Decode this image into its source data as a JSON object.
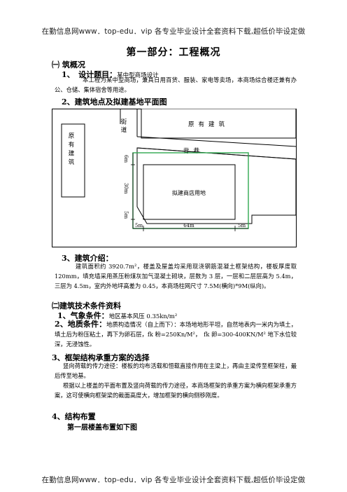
{
  "banner": {
    "top": "在勤信息网www．top-edu．vip 各专业毕业设计全套资料下载,超低价毕设定做",
    "bottom": "在勤信息网www．top-edu．vip 各专业毕业设计全套资料下载,超低价毕设定做"
  },
  "title": "第一部分：工程概况",
  "s1": {
    "heading": "㈠ 筑概况",
    "item1_label": "1、　设计题目：",
    "item1_value": "某中型商场设计",
    "item1_desc": "本工程为某中型商场，兼具日用百货、服装、家电等卖场，本商场综合楼还兼有办公、仓储、集体宿舍等用途。",
    "item2": "2、建筑地点及拟建基地平面图",
    "plan": {
      "road_label": "街道",
      "north_building": "原有建筑",
      "back_lane": "背巷",
      "west_building": "原有建筑",
      "site_label": "拟建商店用地",
      "dim_top": "6m",
      "dim_mid": "30m",
      "dim_bot": "5m",
      "dim_left": "5m",
      "dim_width": "64m",
      "dim_right": "5m"
    },
    "item3": "3、建筑介绍：",
    "item3_desc": "建筑面积约 3920.7m²，楼盖及屋盖均采用现浇钢筋混凝土框架结构，楼板厚度取 120mm，填充墙采用蒸压粉煤灰加气混凝土砌块，层数为 3 层，一层和二层层高为 5.4m，三层为 4.5m，室内外地坪高差为 0.45，本商场柱网尺寸 7.5M(横向)*9M(纵向)。"
  },
  "s2": {
    "heading": "㈡建筑技术条件资料",
    "item1_label": "1、气象条件：",
    "item1_value": "地区基本风压 0.35kn/m²",
    "item2_label": "2、地质条件：",
    "item2_desc": "地质构造情况（自上而下）：本场地地形平坦，自然地表内一米内为填土，填土后为粉压粘土，再下为卵石层，fk 粉=250Kn/M²，　fk 卵=300-400KN/M² 地下水位较深，无浸蚀性。",
    "item3": "3、框架结构承重方案的选择",
    "item3_p1": "竖向荷载的传力途径：楼板的均布活载和恒载直接作用在主梁上，再由主梁传至框架柱，最后传至地基。",
    "item3_p2": "根据以上楼盖的平面布置及竖向荷载的传力途径，本商场框架的承重方案为横向框架承重方案，这可使横向框架梁的截面高度大，增加框架的横向侧移刚度。",
    "item4": "4、结构布置",
    "item4_sub": "第一层楼盖布置如下图"
  },
  "colors": {
    "site_outline": "#2fa84f"
  }
}
